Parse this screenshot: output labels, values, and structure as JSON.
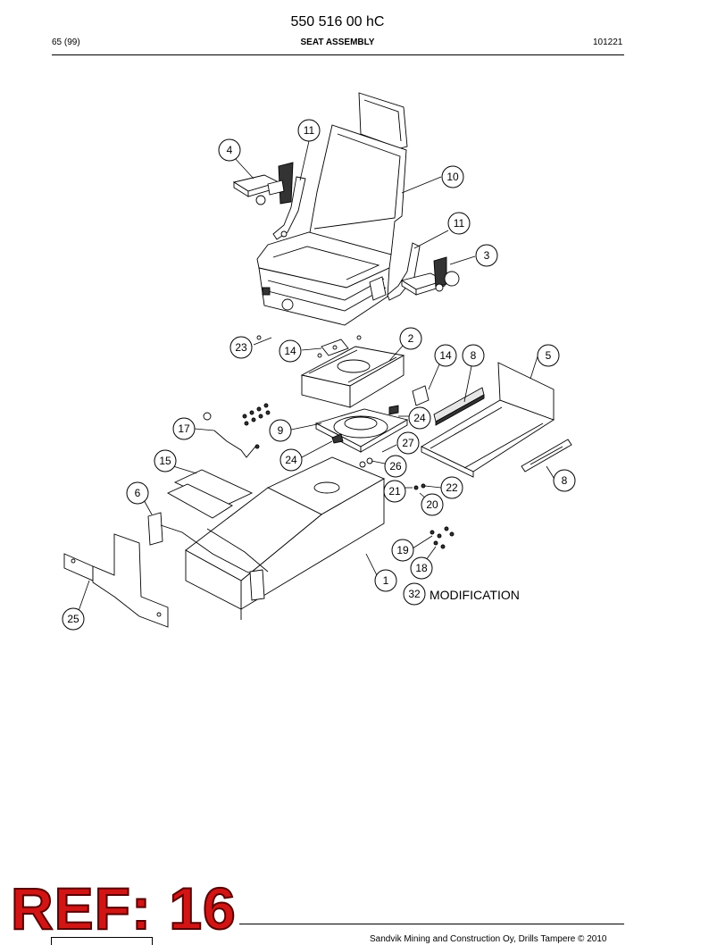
{
  "header": {
    "doc_number": "550 516 00 hC",
    "page_count": "65 (99)",
    "title": "SEAT ASSEMBLY",
    "date": "101221"
  },
  "diagram": {
    "callouts": [
      {
        "id": "c-11a",
        "label": "11"
      },
      {
        "id": "c-4",
        "label": "4"
      },
      {
        "id": "c-10",
        "label": "10"
      },
      {
        "id": "c-11b",
        "label": "11"
      },
      {
        "id": "c-3",
        "label": "3"
      },
      {
        "id": "c-23",
        "label": "23"
      },
      {
        "id": "c-14a",
        "label": "14"
      },
      {
        "id": "c-2",
        "label": "2"
      },
      {
        "id": "c-14b",
        "label": "14"
      },
      {
        "id": "c-8a",
        "label": "8"
      },
      {
        "id": "c-5",
        "label": "5"
      },
      {
        "id": "c-24a",
        "label": "24"
      },
      {
        "id": "c-17",
        "label": "17"
      },
      {
        "id": "c-9",
        "label": "9"
      },
      {
        "id": "c-27",
        "label": "27"
      },
      {
        "id": "c-24b",
        "label": "24"
      },
      {
        "id": "c-15",
        "label": "15"
      },
      {
        "id": "c-26",
        "label": "26"
      },
      {
        "id": "c-8b",
        "label": "8"
      },
      {
        "id": "c-6",
        "label": "6"
      },
      {
        "id": "c-21",
        "label": "21"
      },
      {
        "id": "c-22",
        "label": "22"
      },
      {
        "id": "c-20",
        "label": "20"
      },
      {
        "id": "c-19",
        "label": "19"
      },
      {
        "id": "c-18",
        "label": "18"
      },
      {
        "id": "c-1",
        "label": "1"
      },
      {
        "id": "c-32",
        "label": "32"
      },
      {
        "id": "c-25",
        "label": "25"
      }
    ],
    "modification_label": "MODIFICATION"
  },
  "stamp": {
    "text": "REF: 16",
    "color": "#d11515"
  },
  "footer": {
    "copyright": "Sandvik Mining and Construction Oy, Drills Tampere © 2010"
  }
}
